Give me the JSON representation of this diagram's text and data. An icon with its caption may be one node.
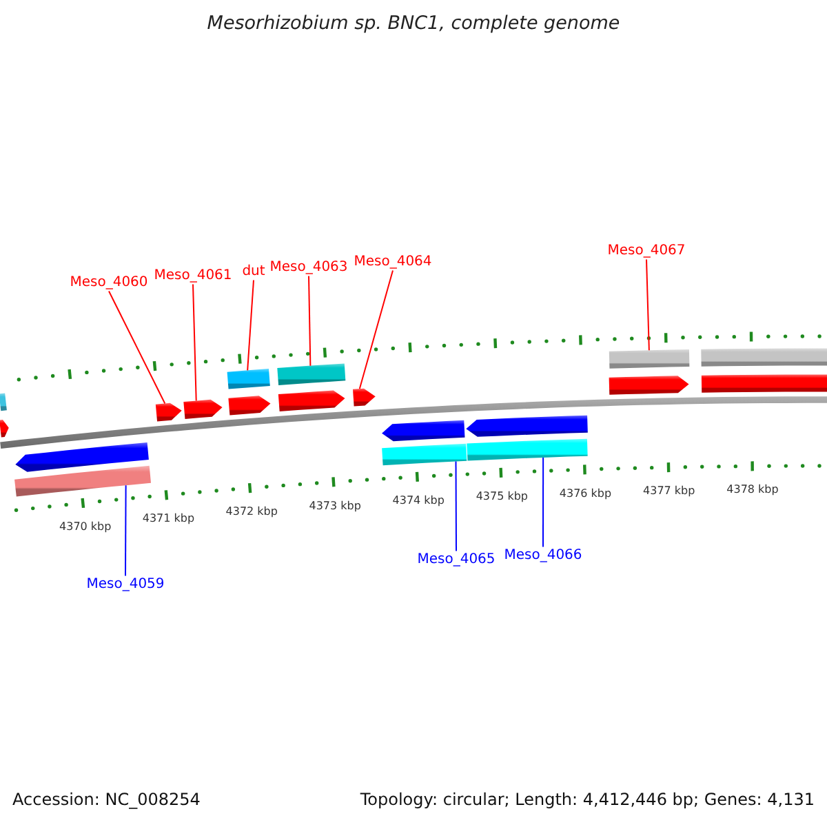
{
  "diagram": {
    "title": "Mesorhizobium sp. BNC1, complete genome",
    "nodes": [
      {
        "text": [
          "Meso_4060"
        ]
      },
      {
        "text": [
          "Meso_4061"
        ]
      },
      {
        "text": [
          "dut"
        ]
      },
      {
        "text": [
          "Meso_4063"
        ]
      },
      {
        "text": [
          "Meso_4064"
        ]
      },
      {
        "text": [
          "Meso_4067"
        ]
      },
      {
        "text": [],
        "shape": "bar"
      },
      {
        "text": [],
        "shape": "bar"
      },
      {
        "text": [],
        "shape": "bar"
      },
      {
        "text": [],
        "shape": "bar"
      },
      {
        "text": [],
        "shape": "bar"
      },
      {
        "text": [],
        "shape": "arrow"
      },
      {
        "text": [],
        "shape": "arrow"
      },
      {
        "text": [],
        "shape": "arrow"
      },
      {
        "text": [],
        "shape": "arrow"
      },
      {
        "text": [],
        "shape": "arrow"
      },
      {
        "text": [],
        "shape": "arrow"
      },
      {
        "text": [],
        "shape": "arrow"
      },
      {
        "text": [],
        "shape": "bar"
      },
      {
        "text": [],
        "shape": "arrow"
      },
      {
        "text": [],
        "shape": "arrow"
      },
      {
        "text": [],
        "shape": "arrow"
      },
      {
        "text": [],
        "shape": "bar"
      },
      {
        "text": [],
        "shape": "bar"
      },
      {
        "text": [],
        "shape": "bar"
      },
      {
        "text": [
          "Meso_4059"
        ]
      },
      {
        "text": [
          "Meso_4065"
        ]
      },
      {
        "text": [
          "Meso_4066"
        ]
      }
    ],
    "edges": [
      {
        "from": 0,
        "to": 12,
        "arrow": "none"
      },
      {
        "from": 1,
        "to": 13,
        "arrow": "none"
      },
      {
        "from": 2,
        "to": 7,
        "arrow": "none"
      },
      {
        "from": 3,
        "to": 8,
        "arrow": "none"
      },
      {
        "from": 4,
        "to": 16,
        "arrow": "none"
      },
      {
        "from": 5,
        "to": 9,
        "arrow": "none"
      },
      {
        "from": 25,
        "to": 22,
        "arrow": "none",
        "color": "#0000ff"
      },
      {
        "from": 26,
        "to": 23,
        "arrow": "none",
        "color": "#0000ff"
      },
      {
        "from": 27,
        "to": 24,
        "arrow": "none",
        "color": "#0000ff"
      }
    ],
    "labels": [
      "4370 kbp",
      "4371 kbp",
      "4372 kbp",
      "4373 kbp",
      "4374 kbp",
      "4375 kbp",
      "4376 kbp",
      "4377 kbp",
      "4378 kbp",
      "Accession: NC_008254",
      "Topology: circular; Length: 4,412,446 bp; Genes: 4,131"
    ]
  }
}
